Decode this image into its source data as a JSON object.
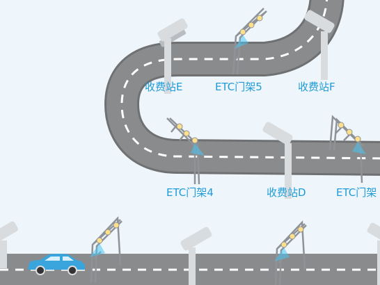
{
  "colors": {
    "background": "#eef5fb",
    "road": "#8a8b8d",
    "road_edge": "#6f7072",
    "lane_marking": "#ffffff",
    "bridge": "#d9dcdf",
    "bridge_shadow": "#b9bdc1",
    "gantry": "#8f9297",
    "gantry_lamp": "#ffe08a",
    "scan_beam": "#49c4f2",
    "car_body": "#3aa4dc",
    "car_window": "#d8f0fb",
    "label_text": "#1f9bd7"
  },
  "labels": {
    "toll_station_e": "收费站E",
    "etc_gantry_5": "ETC门架5",
    "toll_station_f": "收费站F",
    "etc_gantry_4": "ETC门架4",
    "toll_station_d": "收费站D",
    "etc_gantry_partial": "ETC门架"
  },
  "icons": {
    "bridge": "overpass-bridge-icon",
    "gantry": "etc-gantry-icon",
    "car": "car-icon"
  }
}
